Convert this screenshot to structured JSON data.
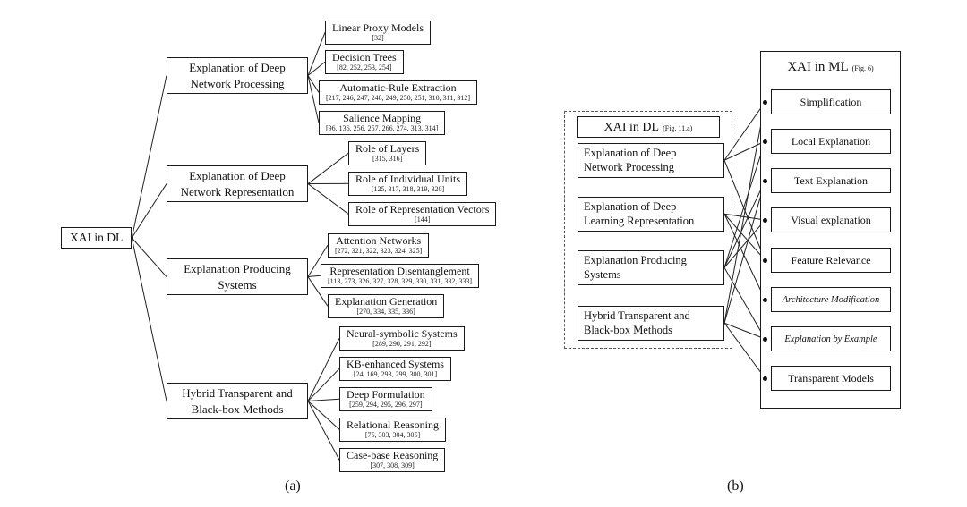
{
  "figure": {
    "caption_a": "(a)",
    "caption_b": "(b)"
  },
  "panel_a": {
    "root": "XAI in DL",
    "categories": [
      {
        "label": "Explanation of Deep Network Processing"
      },
      {
        "label": "Explanation of Deep Network Representation"
      },
      {
        "label": "Explanation Producing Systems"
      },
      {
        "label": "Hybrid Transparent and Black-box Methods"
      }
    ],
    "leaves": [
      {
        "title": "Linear Proxy Models",
        "refs": "[32]",
        "category": 0
      },
      {
        "title": "Decision Trees",
        "refs": "[82, 252, 253, 254]",
        "category": 0
      },
      {
        "title": "Automatic-Rule Extraction",
        "refs": "[217, 246, 247, 248, 249, 250, 251, 310, 311, 312]",
        "category": 0
      },
      {
        "title": "Salience Mapping",
        "refs": "[96, 136, 256, 257, 266, 274, 313, 314]",
        "category": 0
      },
      {
        "title": "Role of Layers",
        "refs": "[315, 316]",
        "category": 1
      },
      {
        "title": "Role of Individual Units",
        "refs": "[125, 317, 318, 319, 320]",
        "category": 1
      },
      {
        "title": "Role of Representation Vectors",
        "refs": "[144]",
        "category": 1
      },
      {
        "title": "Attention Networks",
        "refs": "[272, 321, 322, 323, 324, 325]",
        "category": 2
      },
      {
        "title": "Representation Disentanglement",
        "refs": "[113, 273, 326, 327, 328, 329, 330, 331, 332, 333]",
        "category": 2
      },
      {
        "title": "Explanation Generation",
        "refs": "[270, 334, 335, 336]",
        "category": 2
      },
      {
        "title": "Neural-symbolic Systems",
        "refs": "[289, 290, 291, 292]",
        "category": 3
      },
      {
        "title": "KB-enhanced Systems",
        "refs": "[24, 169, 293, 299, 300, 301]",
        "category": 3
      },
      {
        "title": "Deep Formulation",
        "refs": "[259, 294, 295, 296, 297]",
        "category": 3
      },
      {
        "title": "Relational Reasoning",
        "refs": "[75, 303, 304, 305]",
        "category": 3
      },
      {
        "title": "Case-base Reasoning",
        "refs": "[307, 308, 309]",
        "category": 3
      }
    ]
  },
  "panel_b": {
    "left": {
      "title": "XAI in DL",
      "title_note": "(Fig. 11.a)",
      "items": [
        "Explanation of Deep Network Processing",
        "Explanation of Deep Learning Representation",
        "Explanation Producing Systems",
        "Hybrid Transparent and Black-box Methods"
      ]
    },
    "right": {
      "title": "XAI in ML",
      "title_note": "(Fig. 6)",
      "items": [
        "Simplification",
        "Local Explanation",
        "Text Explanation",
        "Visual explanation",
        "Feature Relevance",
        "Architecture Modification",
        "Explanation by Example",
        "Transparent Models"
      ]
    },
    "links": [
      [
        0,
        0
      ],
      [
        0,
        1
      ],
      [
        0,
        4
      ],
      [
        1,
        3
      ],
      [
        1,
        4
      ],
      [
        1,
        5
      ],
      [
        2,
        1
      ],
      [
        2,
        2
      ],
      [
        2,
        3
      ],
      [
        2,
        6
      ],
      [
        3,
        0
      ],
      [
        3,
        2
      ],
      [
        3,
        6
      ],
      [
        3,
        7
      ]
    ]
  }
}
